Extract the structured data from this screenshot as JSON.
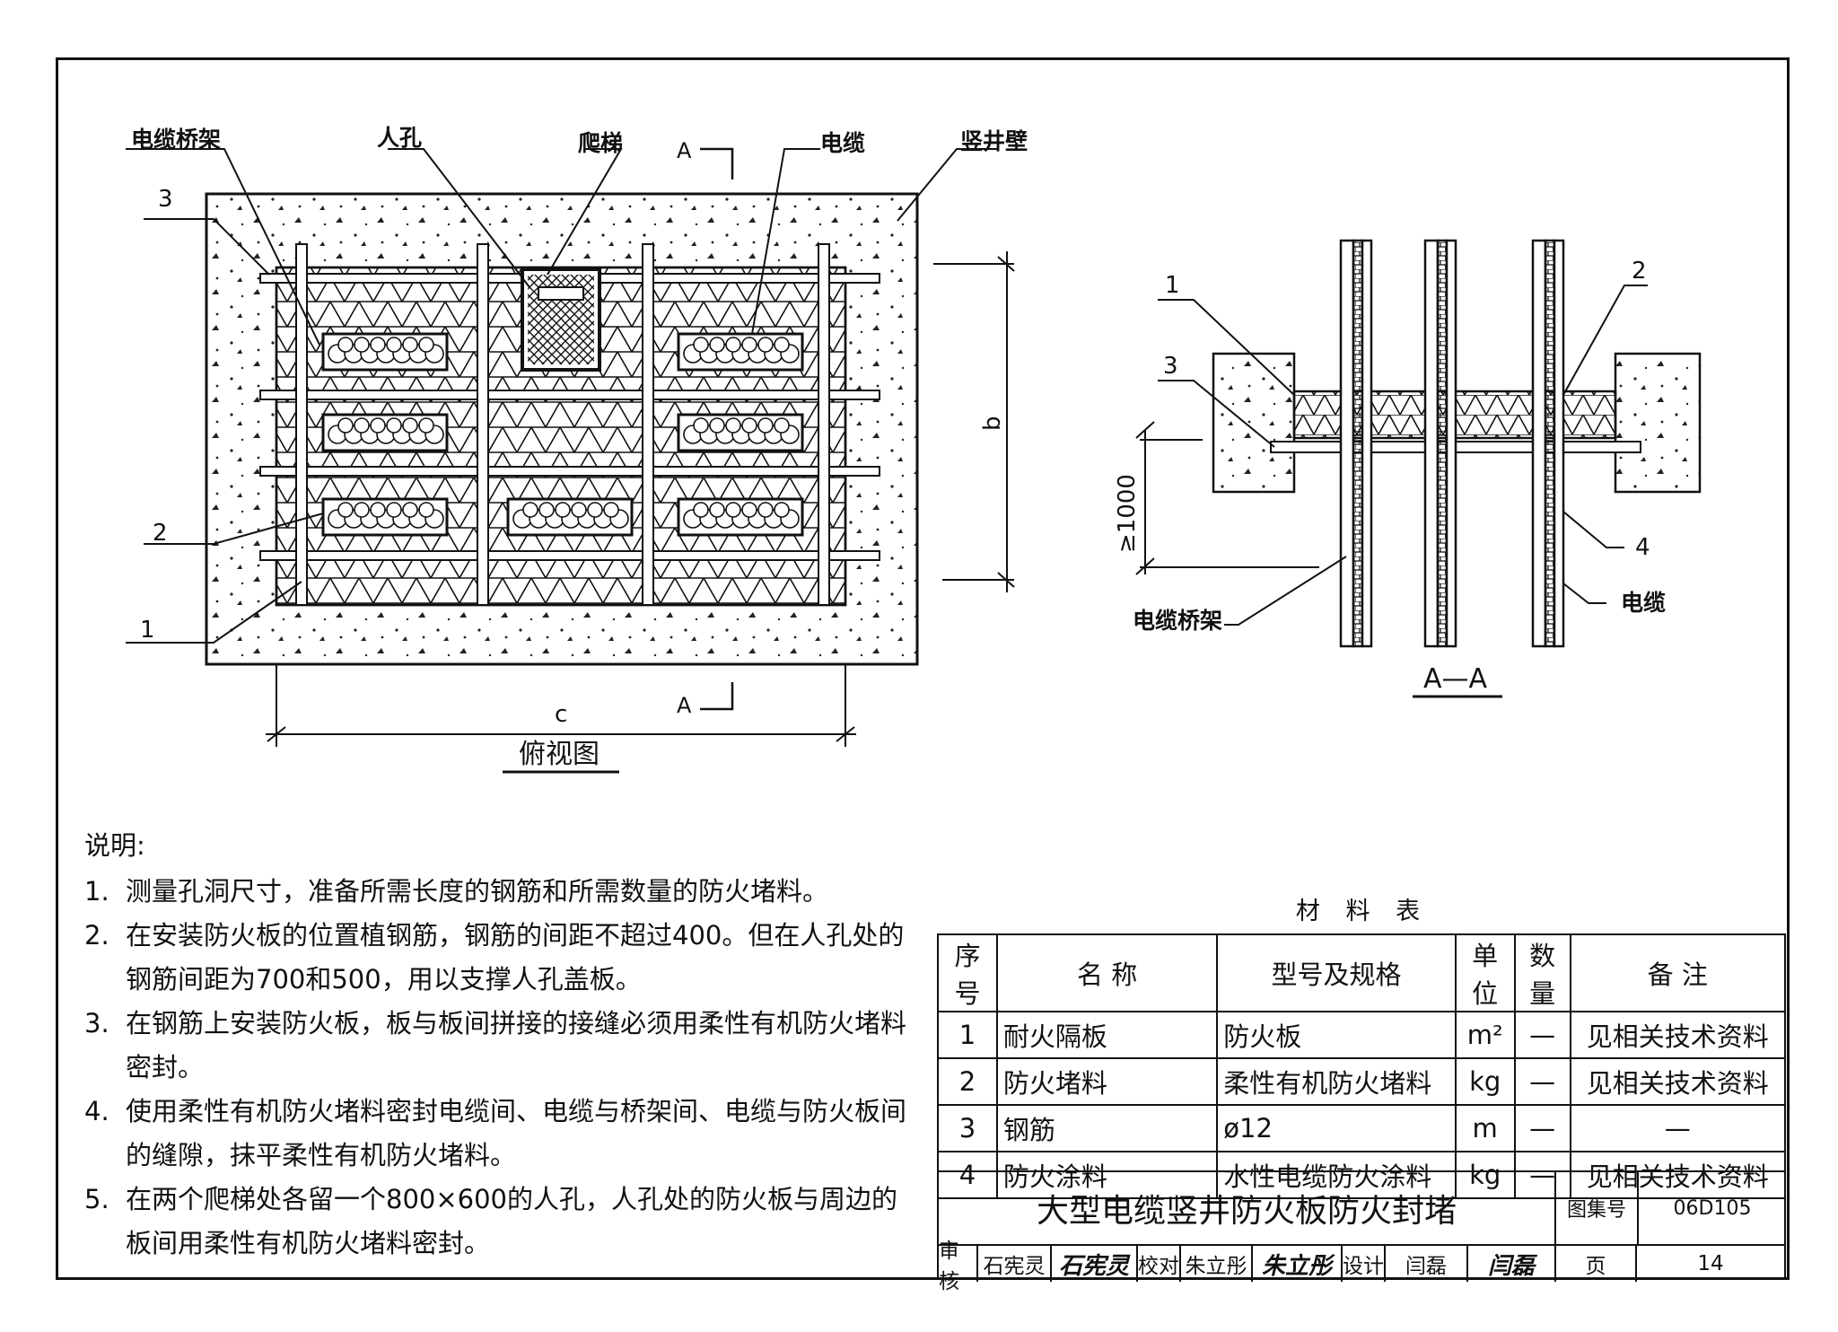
{
  "plan": {
    "labels": {
      "tray": "电缆桥架",
      "manhole": "人孔",
      "ladder": "爬梯",
      "cable": "电缆",
      "wall": "竖井壁",
      "section_top": "A",
      "section_bottom": "A",
      "dim_b": "b",
      "dim_c": "c",
      "callout_1": "1",
      "callout_2": "2",
      "callout_3": "3"
    },
    "caption": "俯视图"
  },
  "section": {
    "labels": {
      "callout_1": "1",
      "callout_2": "2",
      "callout_3": "3",
      "callout_4": "4",
      "tray": "电缆桥架",
      "cable": "电缆",
      "dim": "≥1000"
    },
    "caption": "A—A"
  },
  "notes": {
    "header": "说明:",
    "items": [
      {
        "num": "1.",
        "text": "测量孔洞尺寸，准备所需长度的钢筋和所需数量的防火堵料。"
      },
      {
        "num": "2.",
        "text": "在安装防火板的位置植钢筋，钢筋的间距不超过400。但在人孔处的钢筋间距为700和500，用以支撑人孔盖板。"
      },
      {
        "num": "3.",
        "text": "在钢筋上安装防火板，板与板间拼接的接缝必须用柔性有机防火堵料密封。"
      },
      {
        "num": "4.",
        "text": "使用柔性有机防火堵料密封电缆间、电缆与桥架间、电缆与防火板间的缝隙，抹平柔性有机防火堵料。"
      },
      {
        "num": "5.",
        "text": "在两个爬梯处各留一个800×600的人孔，人孔处的防火板与周边的板间用柔性有机防火堵料密封。"
      }
    ]
  },
  "materials": {
    "title": "材 料 表",
    "headers": [
      "序号",
      "名  称",
      "型号及规格",
      "单位",
      "数量",
      "备  注"
    ],
    "rows": [
      [
        "1",
        "耐火隔板",
        "防火板",
        "m²",
        "—",
        "见相关技术资料"
      ],
      [
        "2",
        "防火堵料",
        "柔性有机防火堵料",
        "kg",
        "—",
        "见相关技术资料"
      ],
      [
        "3",
        "钢筋",
        "ø12",
        "m",
        "—",
        "—"
      ],
      [
        "4",
        "防火涂料",
        "水性电缆防火涂料",
        "kg",
        "—",
        "见相关技术资料"
      ]
    ]
  },
  "titleblock": {
    "title": "大型电缆竖井防火板防火封堵",
    "atlas_label": "图集号",
    "atlas_value": "06D105",
    "review_label": "审核",
    "review_name": "石宪灵",
    "review_sig": "石宪灵",
    "check_label": "校对",
    "check_name": "朱立彤",
    "check_sig": "朱立彤",
    "design_label": "设计",
    "design_name": "闫磊",
    "design_sig": "闫磊",
    "page_label": "页",
    "page_value": "14"
  }
}
